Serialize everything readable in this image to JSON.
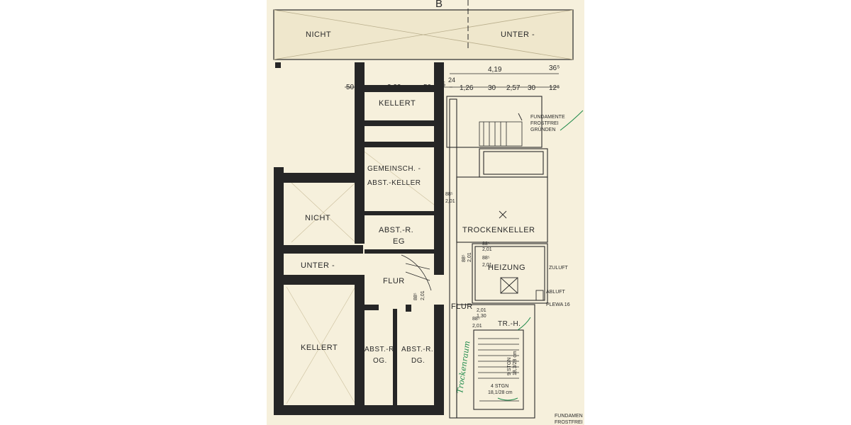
{
  "colors": {
    "paper": "#f6f0dc",
    "wall": "#262626",
    "ink": "#2a2a2a",
    "green_note": "#1e8a4a",
    "background": "#ffffff"
  },
  "header_mark": "B",
  "top_labels": {
    "left": "NICHT",
    "right": "UNTER -"
  },
  "dimensions": {
    "d50_left": "50",
    "d323": "3,23",
    "d50_right": "50",
    "d15": "15",
    "d24": "24",
    "d126": "1,26",
    "d30a": "30",
    "d257": "2,57",
    "d30b": "30",
    "d125": "12⁵",
    "d419": "4,19",
    "d365": "36⁵",
    "door1_a": "88⁵",
    "door1_b": "2,01",
    "door2_a": "88⁵",
    "door2_b": "2,01",
    "door3_a": "88⁵",
    "door3_b": "2,01",
    "door4_a": "88⁵",
    "door4_b": "2,01",
    "door5_a": "88⁵",
    "door5_b": "2,01",
    "door6_a": "88⁵",
    "door6_b": "2,01",
    "door7_a": "1,30",
    "door7_b": "2,01"
  },
  "rooms": {
    "kellert_top": "KELLERT",
    "gemeinsch_line1": "GEMEINSCH. -",
    "gemeinsch_line2": "ABST.-KELLER",
    "nicht": "NICHT",
    "abst_eg_line1": "ABST.-R.",
    "abst_eg_line2": "EG",
    "unter": "UNTER -",
    "flur_left": "FLUR",
    "kellert_bottom": "KELLERT",
    "abst_og_line1": "ABST.-R.",
    "abst_og_line2": "OG.",
    "abst_dg_line1": "ABST.-R.",
    "abst_dg_line2": "DG.",
    "trockenkeller": "TROCKENKELLER",
    "heizung": "HEIZUNG",
    "flur_right": "FLUR",
    "trh": "TR.-H."
  },
  "annotations": {
    "fundamente_1": "FUNDAMENTE",
    "fundamente_2": "FROSTFREI",
    "fundamente_3": "GRÜNDEN",
    "zuluft": "ZULUFT",
    "abluft": "ABLUFT",
    "plewa": "PLEWA 16",
    "stair_upper_1": "9 STGN",
    "stair_upper_2": "18,3/28 cm",
    "stair_lower_1": "4 STGN",
    "stair_lower_2": "18,1/28 cm",
    "fundamente_bottom_1": "FUNDAMEN",
    "fundamente_bottom_2": "FROSTFREI",
    "handwritten_note": "Trockenraum"
  }
}
